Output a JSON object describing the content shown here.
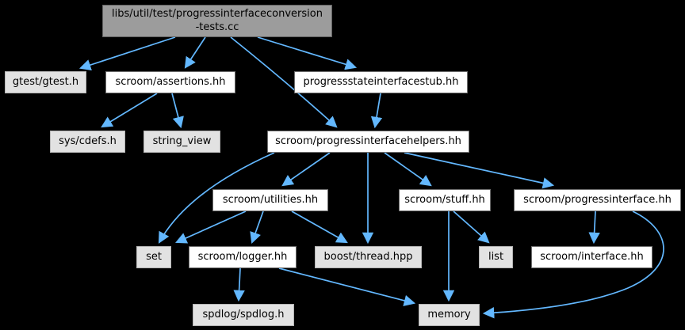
{
  "diagram": {
    "type": "include-dependency-graph",
    "background_color": "#000000",
    "edge_color": "#63b8ff",
    "main_node_fill": "#9c9c9c",
    "internal_node_fill": "#ffffff",
    "external_node_fill": "#e2e2e2"
  },
  "nodes": [
    {
      "id": "tests-cc",
      "label": "libs/util/test/progressinterfaceconversion\n-tests.cc",
      "kind": "main"
    },
    {
      "id": "gtest-h",
      "label": "gtest/gtest.h",
      "kind": "external"
    },
    {
      "id": "assertions-hh",
      "label": "scroom/assertions.hh",
      "kind": "internal"
    },
    {
      "id": "stub-hh",
      "label": "progressstateinterfacestub.hh",
      "kind": "internal"
    },
    {
      "id": "sys-cdefs-h",
      "label": "sys/cdefs.h",
      "kind": "external"
    },
    {
      "id": "string-view",
      "label": "string_view",
      "kind": "external"
    },
    {
      "id": "helpers-hh",
      "label": "scroom/progressinterfacehelpers.hh",
      "kind": "internal"
    },
    {
      "id": "utilities-hh",
      "label": "scroom/utilities.hh",
      "kind": "internal"
    },
    {
      "id": "stuff-hh",
      "label": "scroom/stuff.hh",
      "kind": "internal"
    },
    {
      "id": "progressinterface-hh",
      "label": "scroom/progressinterface.hh",
      "kind": "internal"
    },
    {
      "id": "set",
      "label": "set",
      "kind": "external"
    },
    {
      "id": "logger-hh",
      "label": "scroom/logger.hh",
      "kind": "internal"
    },
    {
      "id": "boost-thread-hpp",
      "label": "boost/thread.hpp",
      "kind": "external"
    },
    {
      "id": "list",
      "label": "list",
      "kind": "external"
    },
    {
      "id": "interface-hh",
      "label": "scroom/interface.hh",
      "kind": "internal"
    },
    {
      "id": "spdlog-h",
      "label": "spdlog/spdlog.h",
      "kind": "external"
    },
    {
      "id": "memory",
      "label": "memory",
      "kind": "external"
    }
  ],
  "edges": [
    {
      "from": "tests-cc",
      "to": "gtest-h"
    },
    {
      "from": "tests-cc",
      "to": "assertions-hh"
    },
    {
      "from": "tests-cc",
      "to": "helpers-hh"
    },
    {
      "from": "tests-cc",
      "to": "stub-hh"
    },
    {
      "from": "assertions-hh",
      "to": "sys-cdefs-h"
    },
    {
      "from": "assertions-hh",
      "to": "string-view"
    },
    {
      "from": "stub-hh",
      "to": "helpers-hh"
    },
    {
      "from": "helpers-hh",
      "to": "set"
    },
    {
      "from": "helpers-hh",
      "to": "utilities-hh"
    },
    {
      "from": "helpers-hh",
      "to": "boost-thread-hpp"
    },
    {
      "from": "helpers-hh",
      "to": "stuff-hh"
    },
    {
      "from": "helpers-hh",
      "to": "progressinterface-hh"
    },
    {
      "from": "utilities-hh",
      "to": "set"
    },
    {
      "from": "utilities-hh",
      "to": "logger-hh"
    },
    {
      "from": "utilities-hh",
      "to": "boost-thread-hpp"
    },
    {
      "from": "stuff-hh",
      "to": "list"
    },
    {
      "from": "stuff-hh",
      "to": "memory"
    },
    {
      "from": "progressinterface-hh",
      "to": "interface-hh"
    },
    {
      "from": "progressinterface-hh",
      "to": "memory"
    },
    {
      "from": "logger-hh",
      "to": "spdlog-h"
    },
    {
      "from": "logger-hh",
      "to": "memory"
    }
  ]
}
